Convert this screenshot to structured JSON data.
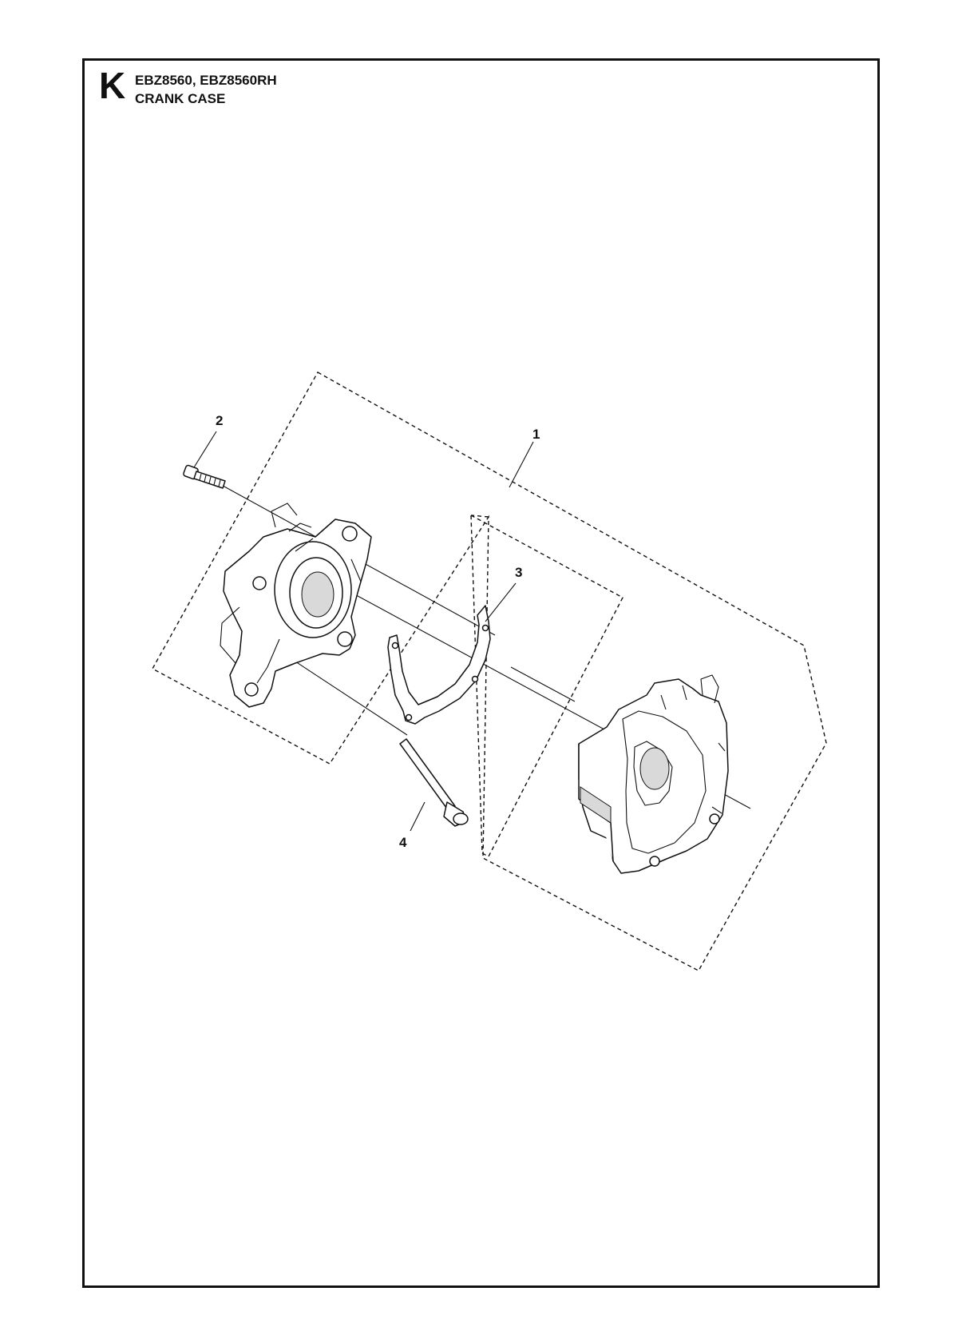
{
  "header": {
    "section_letter": "K",
    "models": "EBZ8560, EBZ8560RH",
    "title": "CRANK CASE"
  },
  "callouts": [
    {
      "id": "1",
      "label": "1"
    },
    {
      "id": "2",
      "label": "2"
    },
    {
      "id": "3",
      "label": "3"
    },
    {
      "id": "4",
      "label": "4"
    }
  ]
}
